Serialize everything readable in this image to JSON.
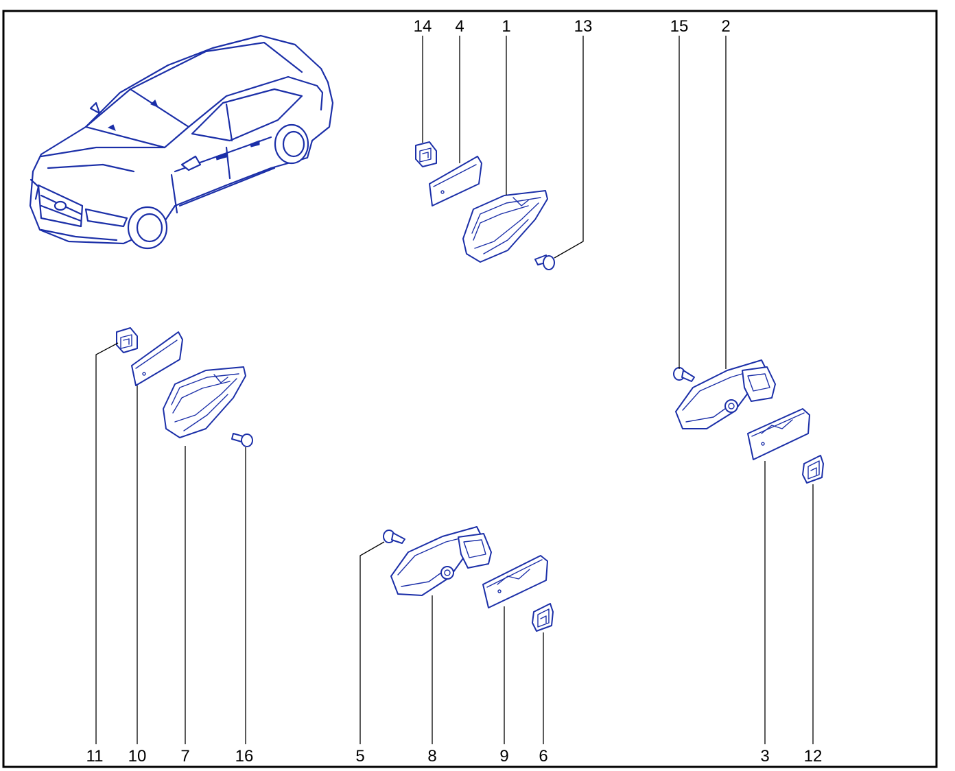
{
  "diagram": {
    "line_color": "#1b2fa8",
    "label_color": "#000000",
    "frame_color": "#000000",
    "callouts_top": [
      "14",
      "4",
      "1",
      "13",
      "15",
      "2"
    ],
    "callouts_bottom": [
      "11",
      "10",
      "7",
      "16",
      "5",
      "8",
      "9",
      "6",
      "3",
      "12"
    ]
  }
}
